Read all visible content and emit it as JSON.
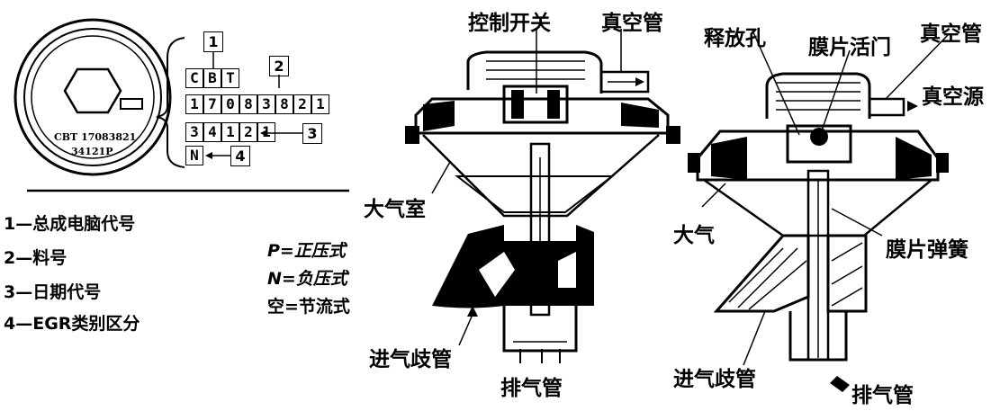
{
  "stamp": {
    "line1": "CBT 17083821",
    "line2": "34121P"
  },
  "code_rows": {
    "row1": [
      "C",
      "B",
      "T"
    ],
    "row2": [
      "1",
      "7",
      "0",
      "8",
      "3",
      "8",
      "2",
      "1"
    ],
    "row3": [
      "3",
      "4",
      "1",
      "2",
      "1"
    ],
    "row4": [
      "N"
    ]
  },
  "callouts": {
    "c1": "1",
    "c2": "2",
    "c3": "3",
    "c4": "4"
  },
  "legend": [
    "1—总成电脑代号",
    "2—料号",
    "3—日期代号",
    "4—EGR类别区分"
  ],
  "types": [
    "P=正压式",
    "N=负压式",
    "空=节流式"
  ],
  "valve1": {
    "control_switch": "控制开关",
    "vacuum_tube": "真空管",
    "atm_chamber": "大气室",
    "intake_manifold": "进气歧管",
    "exhaust_pipe": "排气管"
  },
  "valve2": {
    "release_hole": "释放孔",
    "diaphragm_valve": "膜片活门",
    "vacuum_tube": "真空管",
    "vacuum_source": "真空源",
    "atmosphere": "大气",
    "diaphragm_spring": "膜片弹簧",
    "intake_manifold": "进气歧管",
    "exhaust_pipe": "排气管"
  }
}
